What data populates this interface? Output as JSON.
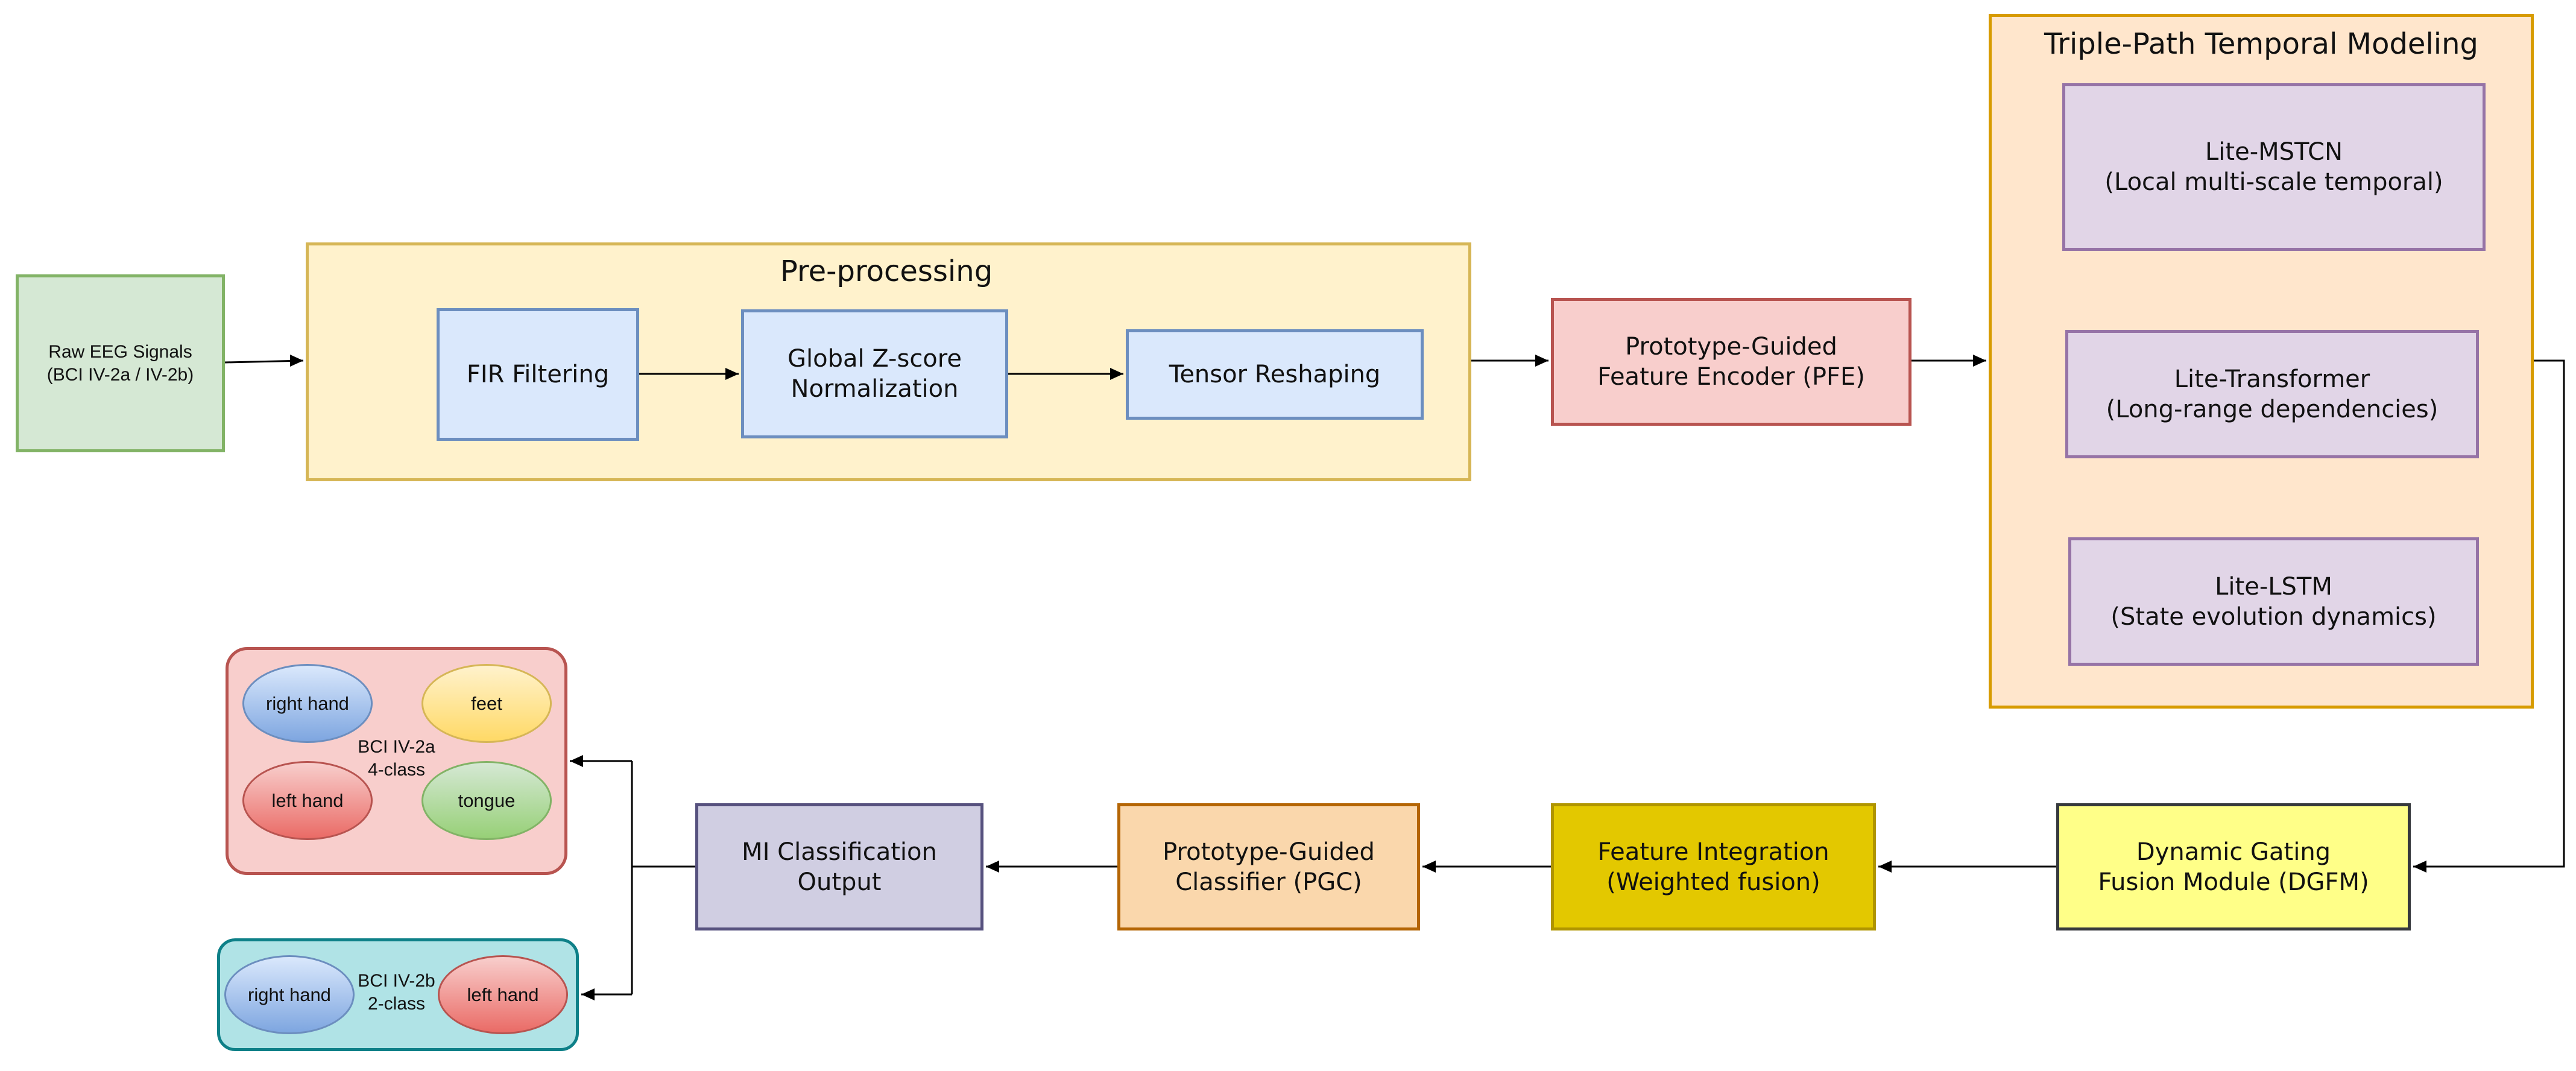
{
  "raw": {
    "line1": "Raw EEG Signals",
    "line2": "(BCI IV-2a / IV-2b)"
  },
  "preprocessing": {
    "title": "Pre-processing",
    "fir": "FIR Filtering",
    "zscore": {
      "line1": "Global Z-score",
      "line2": "Normalization"
    },
    "tensor": "Tensor Reshaping"
  },
  "pfe": {
    "line1": "Prototype-Guided",
    "line2": "Feature Encoder (PFE)"
  },
  "triple": {
    "title": "Triple-Path Temporal Modeling",
    "mstcn": {
      "line1": "Lite-MSTCN",
      "line2": "(Local multi-scale temporal)"
    },
    "transformer": {
      "line1": "Lite-Transformer",
      "line2": "(Long-range dependencies)"
    },
    "lstm": {
      "line1": "Lite-LSTM",
      "line2": "(State evolution dynamics)"
    }
  },
  "dgfm": {
    "line1": "Dynamic Gating",
    "line2": "Fusion Module (DGFM)"
  },
  "integration": {
    "line1": "Feature Integration",
    "line2": "(Weighted fusion)"
  },
  "pgc": {
    "line1": "Prototype-Guided",
    "line2": "Classifier (PGC)"
  },
  "output": {
    "line1": "MI Classification",
    "line2": "Output"
  },
  "bci2a": {
    "label1": "BCI IV-2a",
    "label2": "4-class",
    "classes": [
      "right hand",
      "feet",
      "left hand",
      "tongue"
    ]
  },
  "bci2b": {
    "label1": "BCI IV-2b",
    "label2": "2-class",
    "classes": [
      "right hand",
      "left hand"
    ]
  },
  "colors": {
    "green": "#d5e8d4",
    "yellow": "#fff2cc",
    "blue": "#dae8fc",
    "red": "#f8cecc",
    "orange": "#ffe6cc",
    "purple": "#e1d5e7",
    "gold": "#e3c800",
    "lightyellow": "#ffff88",
    "peach": "#fad7ac",
    "lavender": "#d0cee2",
    "teal": "#b0e3e6"
  }
}
